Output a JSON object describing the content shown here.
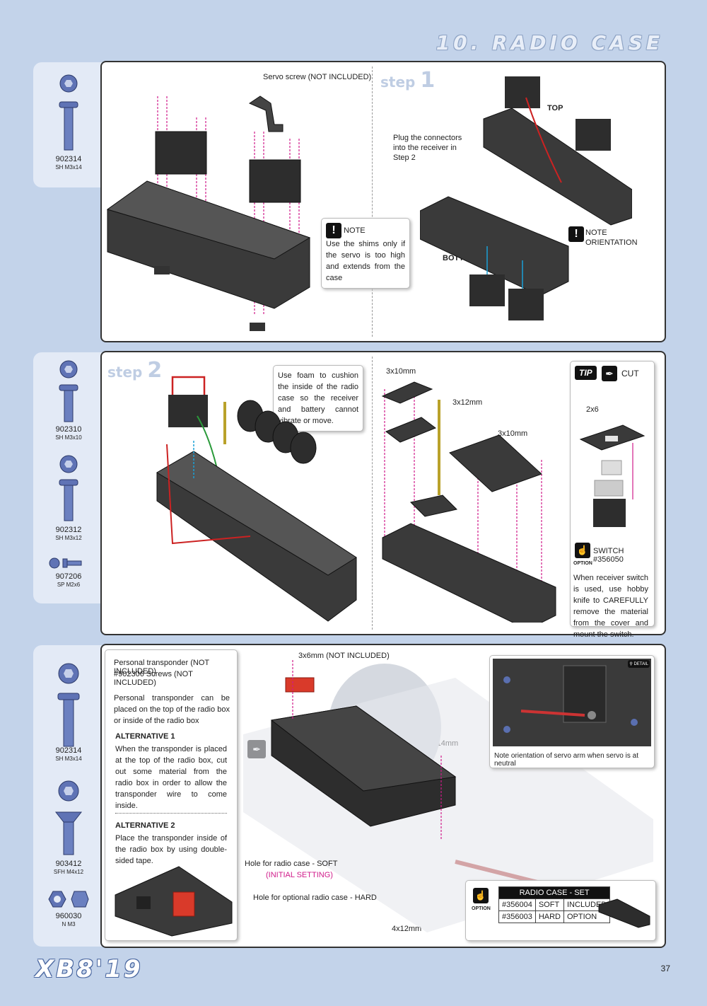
{
  "header": {
    "title": "10. RADIO CASE"
  },
  "footer": {
    "logo": "XB8'19",
    "page": "37"
  },
  "parts": {
    "p1": [
      {
        "num": "902314",
        "spec": "SH M3x14"
      }
    ],
    "p2": [
      {
        "num": "902310",
        "spec": "SH M3x10"
      },
      {
        "num": "902312",
        "spec": "SH M3x12"
      },
      {
        "num": "907206",
        "spec": "SP M2x6"
      }
    ],
    "p3": [
      {
        "num": "902314",
        "spec": "SH M3x14"
      },
      {
        "num": "903412",
        "spec": "SFH M4x12"
      },
      {
        "num": "960030",
        "spec": "N M3"
      }
    ]
  },
  "panel1": {
    "servo_screw": "Servo screw (NOT INCLUDED)",
    "note_title": "NOTE",
    "note_text": "Use the shims only if the servo is too high and extends from the case",
    "step_word": "step",
    "step_num": "1",
    "plug": "Plug the connectors into the receiver in Step 2",
    "top": "TOP",
    "bottom": "BOTTOM",
    "note2": "NOTE ORIENTATION"
  },
  "panel2": {
    "step_word": "step",
    "step_num": "2",
    "foam": "Use foam to cushion the inside of the radio case so the receiver and battery cannot vibrate or move.",
    "s1": "3x10mm",
    "s2": "3x12mm",
    "s3": "3x10mm",
    "tip": "TIP",
    "cut": "CUT",
    "x2": "2x6",
    "switch": "SWITCH #356050",
    "option": "OPTION",
    "switch_text": "When receiver switch is used, use hobby knife to CAREFULLY remove the material from the cover and mount the switch."
  },
  "panel3": {
    "transp1": "Personal transponder (NOT INCLUDED)",
    "transp2": "#902306 Screws (NOT INCLUDED)",
    "transp_desc": "Personal transponder can be placed on the top of the radio box or inside of the radio box",
    "alt1": "ALTERNATIVE 1",
    "alt1_text": "When the transponder is placed at the top of the radio box, cut out some material from the radio box in order to allow the transponder wire to come inside.",
    "alt2": "ALTERNATIVE 2",
    "alt2_text": "Place the transponder inside of the radio box by using double-sided tape.",
    "s3x6": "3x6mm (NOT INCLUDED)",
    "s3x14": "3x14mm",
    "s4x12": "4x12mm",
    "hole_soft": "Hole for radio case - SOFT",
    "initial": "(INITIAL SETTING)",
    "hole_hard": "Hole for optional radio case - HARD",
    "detail": "DETAIL",
    "detail_note": "Note orientation of servo arm when servo is at neutral",
    "option": "OPTION",
    "table_title": "RADIO CASE - SET",
    "rows": [
      [
        "#356004",
        "SOFT",
        "INCLUDED"
      ],
      [
        "#356003",
        "HARD",
        "OPTION"
      ]
    ]
  }
}
